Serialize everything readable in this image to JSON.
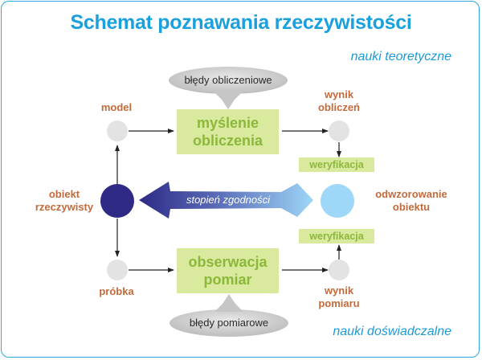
{
  "title": "Schemat poznawania rzeczywistości",
  "corners": {
    "theoretical": "nauki teoretyczne",
    "experimental": "nauki doświadczalne"
  },
  "clouds": {
    "top": "błędy obliczeniowe",
    "bottom": "błędy pomiarowe"
  },
  "boxes": {
    "thinking_line1": "myślenie",
    "thinking_line2": "obliczenia",
    "observation_line1": "obserwacja",
    "observation_line2": "pomiar"
  },
  "verification": {
    "upper": "weryfikacja",
    "lower": "weryfikacja"
  },
  "center_arrow": "stopień zgodności",
  "nodes": {
    "model": "model",
    "calc_result_line1": "wynik",
    "calc_result_line2": "obliczeń",
    "object_line1": "obiekt",
    "object_line2": "rzeczywisty",
    "mapping_line1": "odwzorowanie",
    "mapping_line2": "obiektu",
    "sample": "próbka",
    "measure_result_line1": "wynik",
    "measure_result_line2": "pomiaru"
  },
  "colors": {
    "title": "#1aa0dc",
    "node_label": "#c36a3b",
    "box_fill": "#d9ea9f",
    "box_text": "#8cb83a",
    "object_circle": "#2e2a86",
    "mapping_circle": "#9ed7f7",
    "small_circle": "#e3e3e3"
  }
}
